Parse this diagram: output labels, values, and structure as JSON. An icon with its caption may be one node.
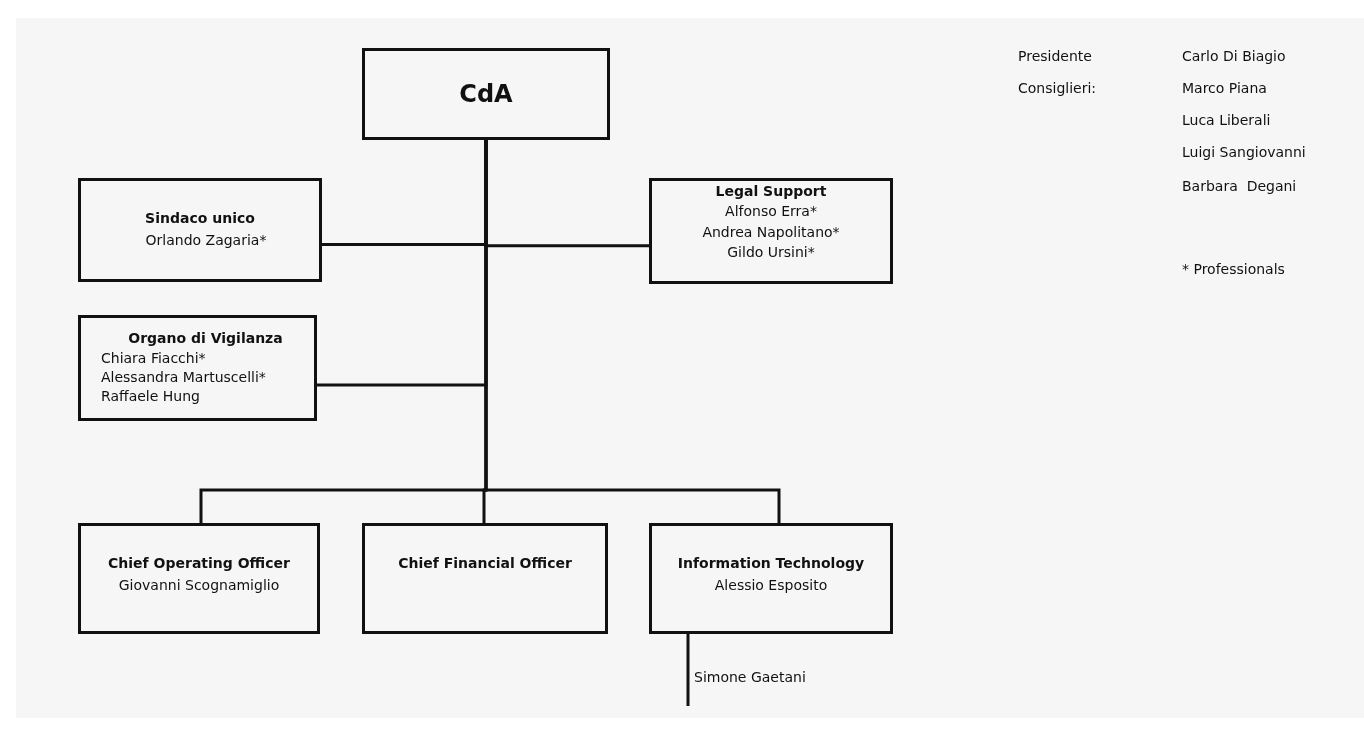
{
  "diagram": {
    "nodes": [
      {
        "text": [
          "CdA"
        ]
      },
      {
        "text": [
          "Sindaco unico",
          "Orlando Zagaria*"
        ]
      },
      {
        "text": [
          "Legal Support",
          "Alfonso Erra*",
          "Andrea Napolitano*",
          "Gildo Ursini*"
        ]
      },
      {
        "text": [
          "Organo di Vigilanza",
          "Chiara Fiacchi*",
          "Alessandra Martuscelli*",
          "Raffaele Hung"
        ]
      },
      {
        "text": [
          "Chief Operating Officer",
          "Giovanni Scognamiglio"
        ]
      },
      {
        "text": [
          "Chief Financial Officer"
        ]
      },
      {
        "text": [
          "Information Technology",
          "Alessio Esposito"
        ]
      },
      {
        "text": [
          "Simone Gaetani"
        ]
      }
    ],
    "edges": [
      {
        "from": 0,
        "to": 1,
        "arrow": "none"
      },
      {
        "from": 0,
        "to": 2,
        "arrow": "none"
      },
      {
        "from": 0,
        "to": 3,
        "arrow": "none"
      },
      {
        "from": 0,
        "to": 4,
        "arrow": "none"
      },
      {
        "from": 0,
        "to": 5,
        "arrow": "none"
      },
      {
        "from": 0,
        "to": 6,
        "arrow": "none"
      },
      {
        "from": 6,
        "to": 7,
        "arrow": "none"
      }
    ],
    "labels": [
      "Presidente",
      "Carlo Di Biagio",
      "Consiglieri:",
      "Marco Piana",
      "Luca Liberali",
      "Luigi Sangiovanni",
      "Barbara  Degani",
      "* Professionals"
    ]
  }
}
